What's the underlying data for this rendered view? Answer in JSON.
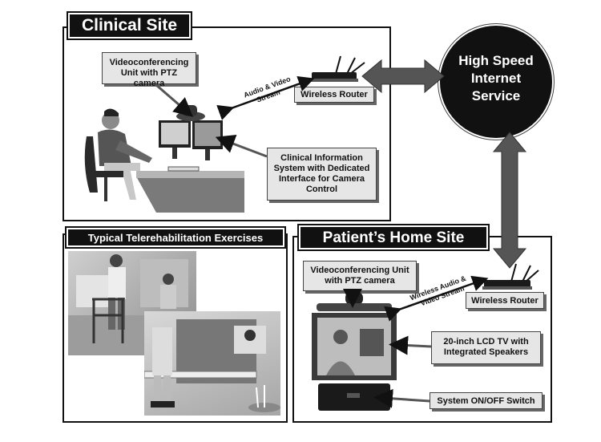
{
  "clinical": {
    "title": "Clinical Site",
    "vc_unit": "Videoconferencing Unit with PTZ camera",
    "router": "Wireless Router",
    "stream": [
      "Audio & Video",
      "Stream"
    ],
    "cis": "Clinical Information System with Dedicated Interface for Camera Control"
  },
  "internet": [
    "High Speed",
    "Internet",
    "Service"
  ],
  "exercises": {
    "title": "Typical Telerehabilitation Exercises"
  },
  "home": {
    "title": "Patient’s Home Site",
    "vc_unit": "Videoconferencing Unit with PTZ camera",
    "router": "Wireless Router",
    "stream": [
      "Wireless Audio &",
      "Video Stream"
    ],
    "tv": "20-inch LCD TV with Integrated Speakers",
    "switch": "System ON/OFF Switch"
  },
  "colors": {
    "ink": "#111111",
    "arrow": "#555555",
    "callout": "#e6e6e6"
  }
}
